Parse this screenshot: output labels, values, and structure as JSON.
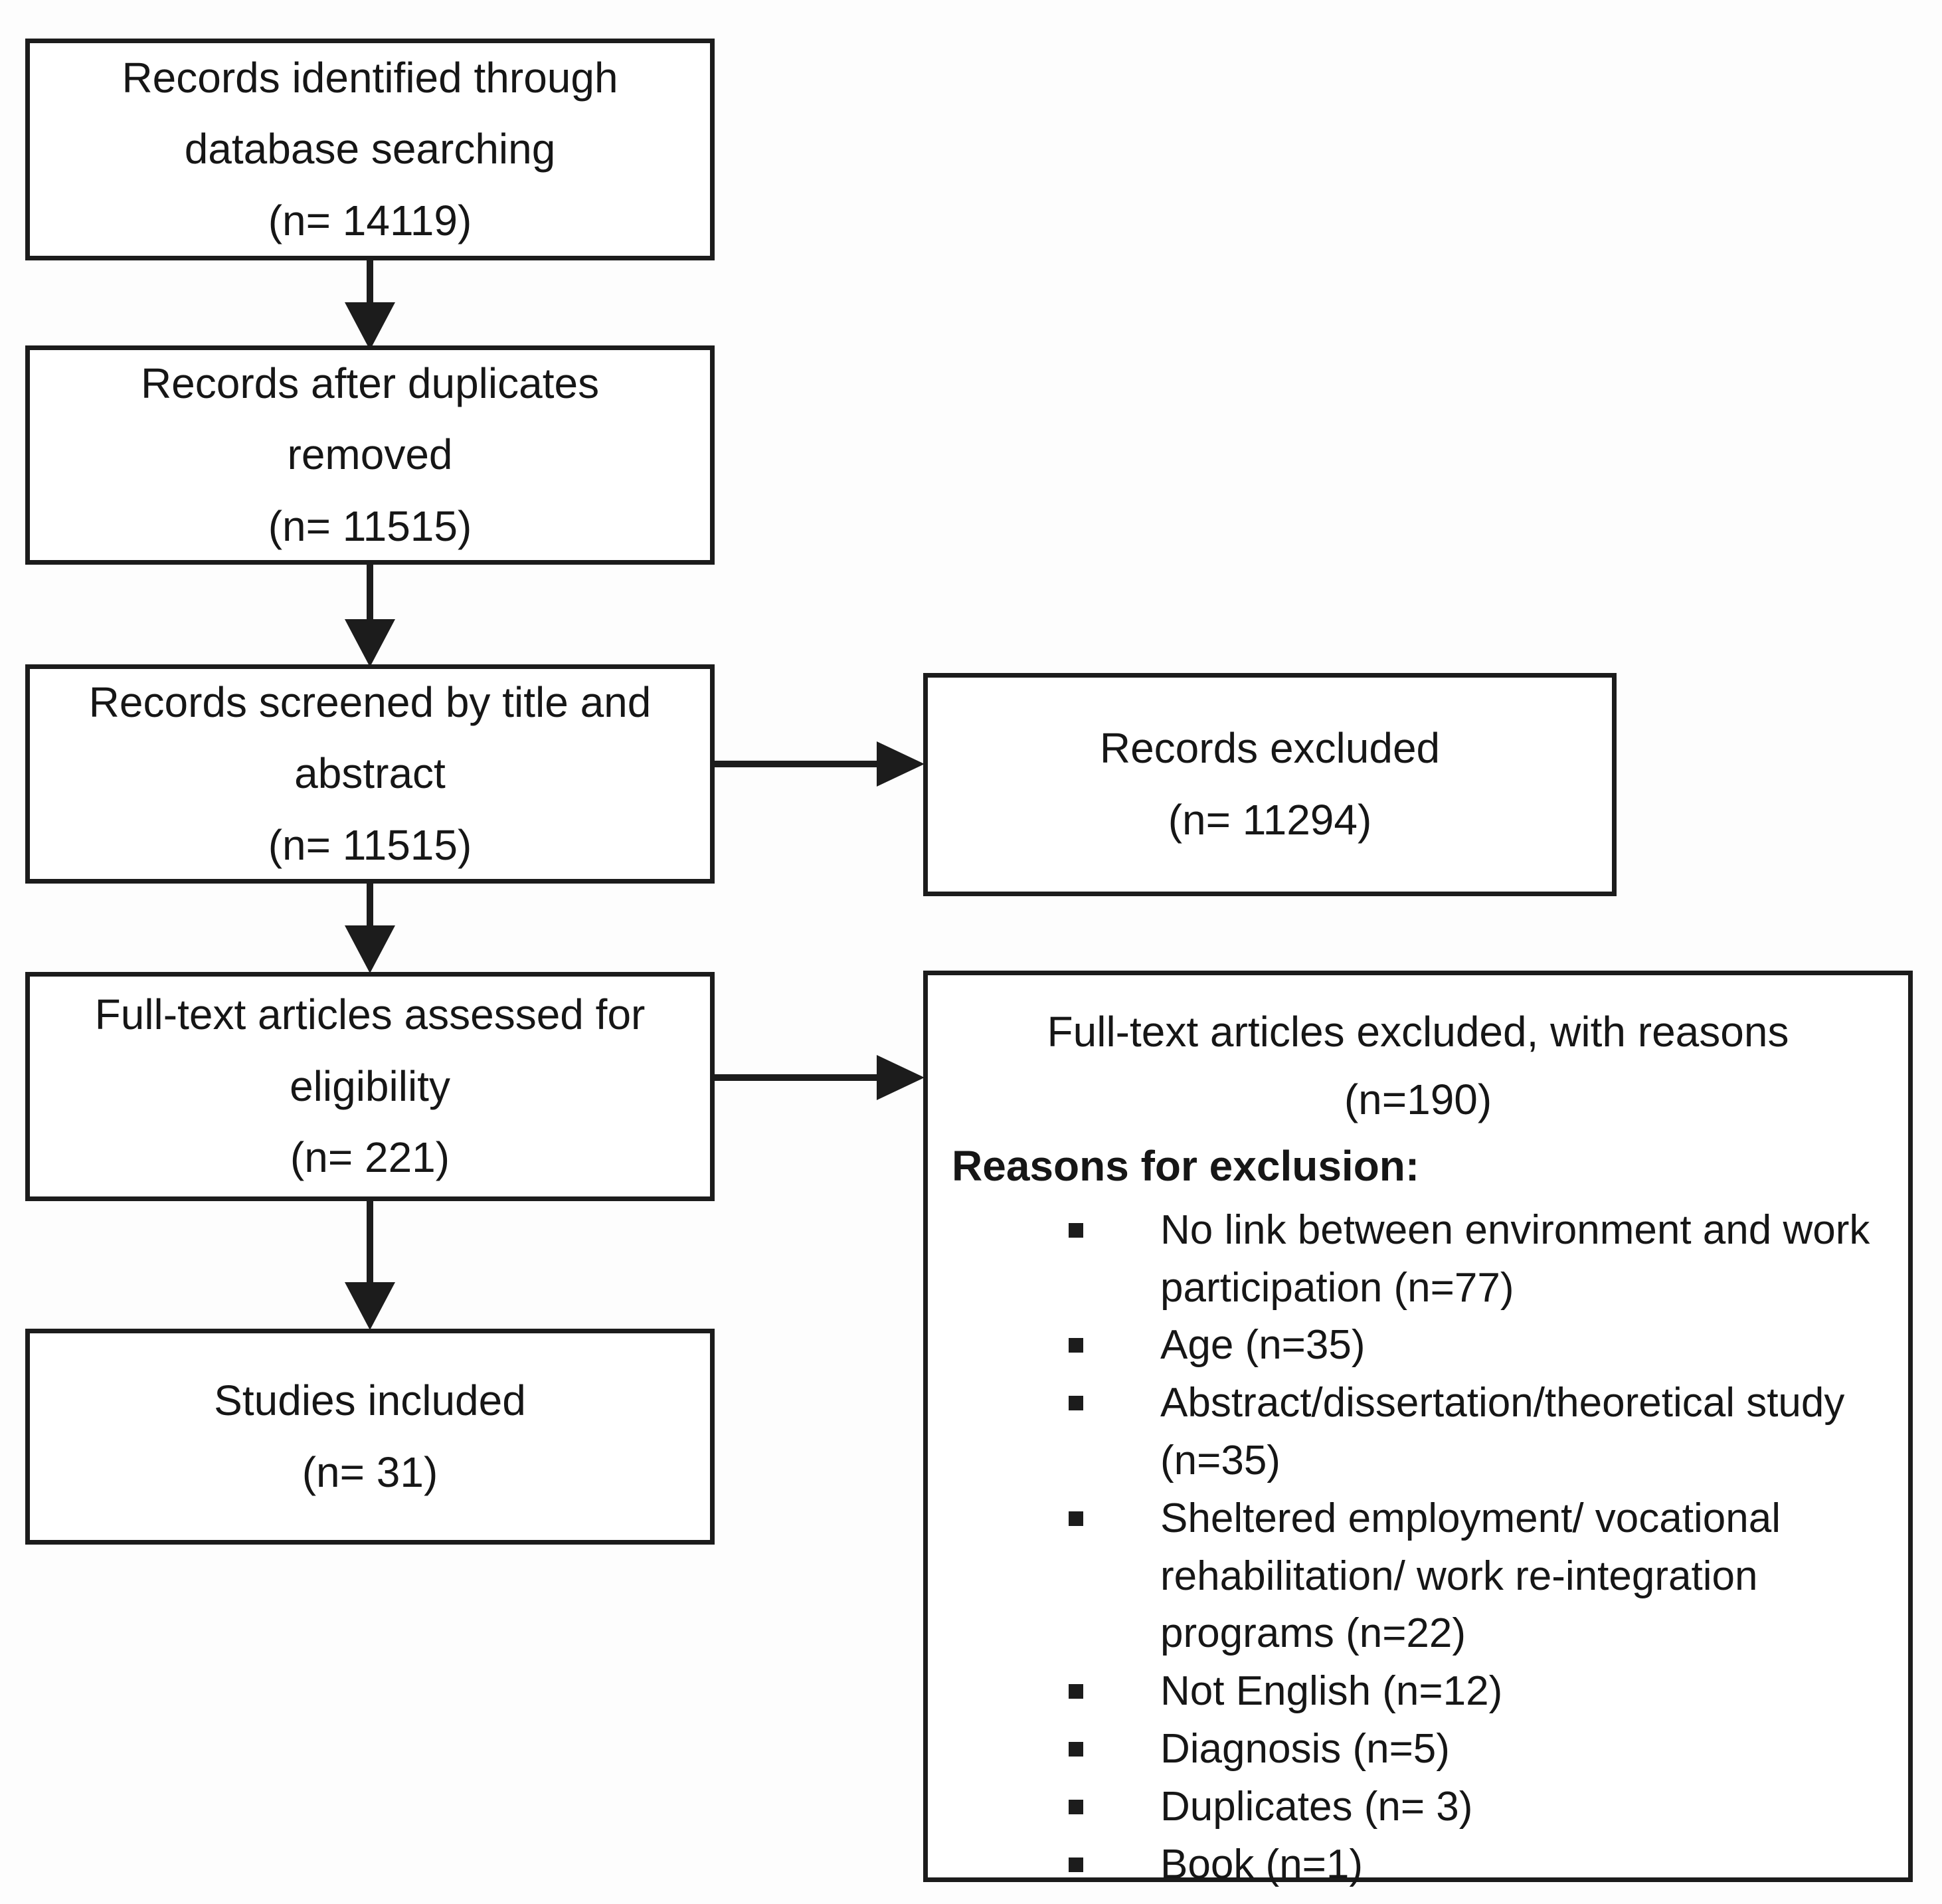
{
  "flowchart": {
    "colors": {
      "border": "#1c1c1c",
      "text": "#161616",
      "background": "#ffffff"
    },
    "left_column": [
      {
        "name": "records-identified",
        "lines": [
          "Records identified through",
          "database searching",
          "(n= 14119)"
        ]
      },
      {
        "name": "records-after-duplicates",
        "lines": [
          "Records after duplicates",
          "removed",
          "(n= 11515)"
        ]
      },
      {
        "name": "records-screened",
        "lines": [
          "Records screened by title and",
          "abstract",
          "(n= 11515)"
        ]
      },
      {
        "name": "fulltext-assessed",
        "lines": [
          "Full-text articles assessed for",
          "eligibility",
          "(n= 221)"
        ]
      },
      {
        "name": "studies-included",
        "lines": [
          "Studies included",
          "(n= 31)"
        ]
      }
    ],
    "right_column": {
      "records_excluded": {
        "lines": [
          "Records excluded",
          "(n= 11294)"
        ]
      },
      "fulltext_excluded": {
        "title_lines": [
          "Full-text articles excluded, with reasons",
          "(n=190)"
        ],
        "reasons_heading": "Reasons for exclusion:",
        "reasons": [
          "No link between environment and work participation (n=77)",
          "Age (n=35)",
          "Abstract/dissertation/theoretical study (n=35)",
          "Sheltered employment/ vocational rehabilitation/ work re-integration programs (n=22)",
          "Not English (n=12)",
          "Diagnosis (n=5)",
          "Duplicates (n= 3)",
          "Book (n=1)"
        ]
      }
    }
  }
}
